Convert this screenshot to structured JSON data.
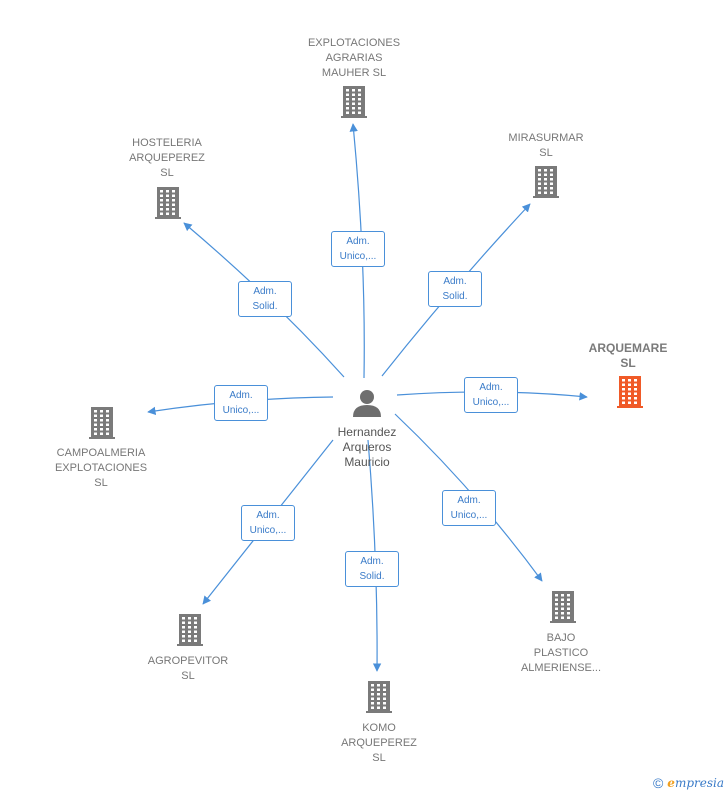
{
  "center": {
    "name": "Hernandez\nArqueros\nMauricio",
    "icon": "person-icon"
  },
  "colors": {
    "edge": "#4a90d9",
    "building": "#7a7a7a",
    "highlight": "#f05a28"
  },
  "nodes": [
    {
      "id": "explotaciones",
      "label": "EXPLOTACIONES\nAGRARIAS\nMAUHER  SL",
      "relation": "Adm.\nUnico,...",
      "highlight": false
    },
    {
      "id": "mirasurmar",
      "label": "MIRASURMAR\nSL",
      "relation": "Adm.\nSolid.",
      "highlight": false
    },
    {
      "id": "arquemare",
      "label": "ARQUEMARE\nSL",
      "relation": "Adm.\nUnico,...",
      "highlight": true
    },
    {
      "id": "bajo",
      "label": "BAJO\nPLASTICO\nALMERIENSE...",
      "relation": "Adm.\nUnico,...",
      "highlight": false
    },
    {
      "id": "komo",
      "label": "KOMO\nARQUEPEREZ\nSL",
      "relation": "Adm.\nSolid.",
      "highlight": false
    },
    {
      "id": "agropevitor",
      "label": "AGROPEVITOR\nSL",
      "relation": "Adm.\nUnico,...",
      "highlight": false
    },
    {
      "id": "campoalmeria",
      "label": "CAMPOALMERIA\nEXPLOTACIONES\nSL",
      "relation": "Adm.\nUnico,...",
      "highlight": false
    },
    {
      "id": "hosteleria",
      "label": "HOSTELERIA\nARQUEPEREZ\nSL",
      "relation": "Adm.\nSolid.",
      "highlight": false
    }
  ],
  "footer": {
    "copyright": "©",
    "brand_initial": "e",
    "brand_rest": "mpresia"
  }
}
